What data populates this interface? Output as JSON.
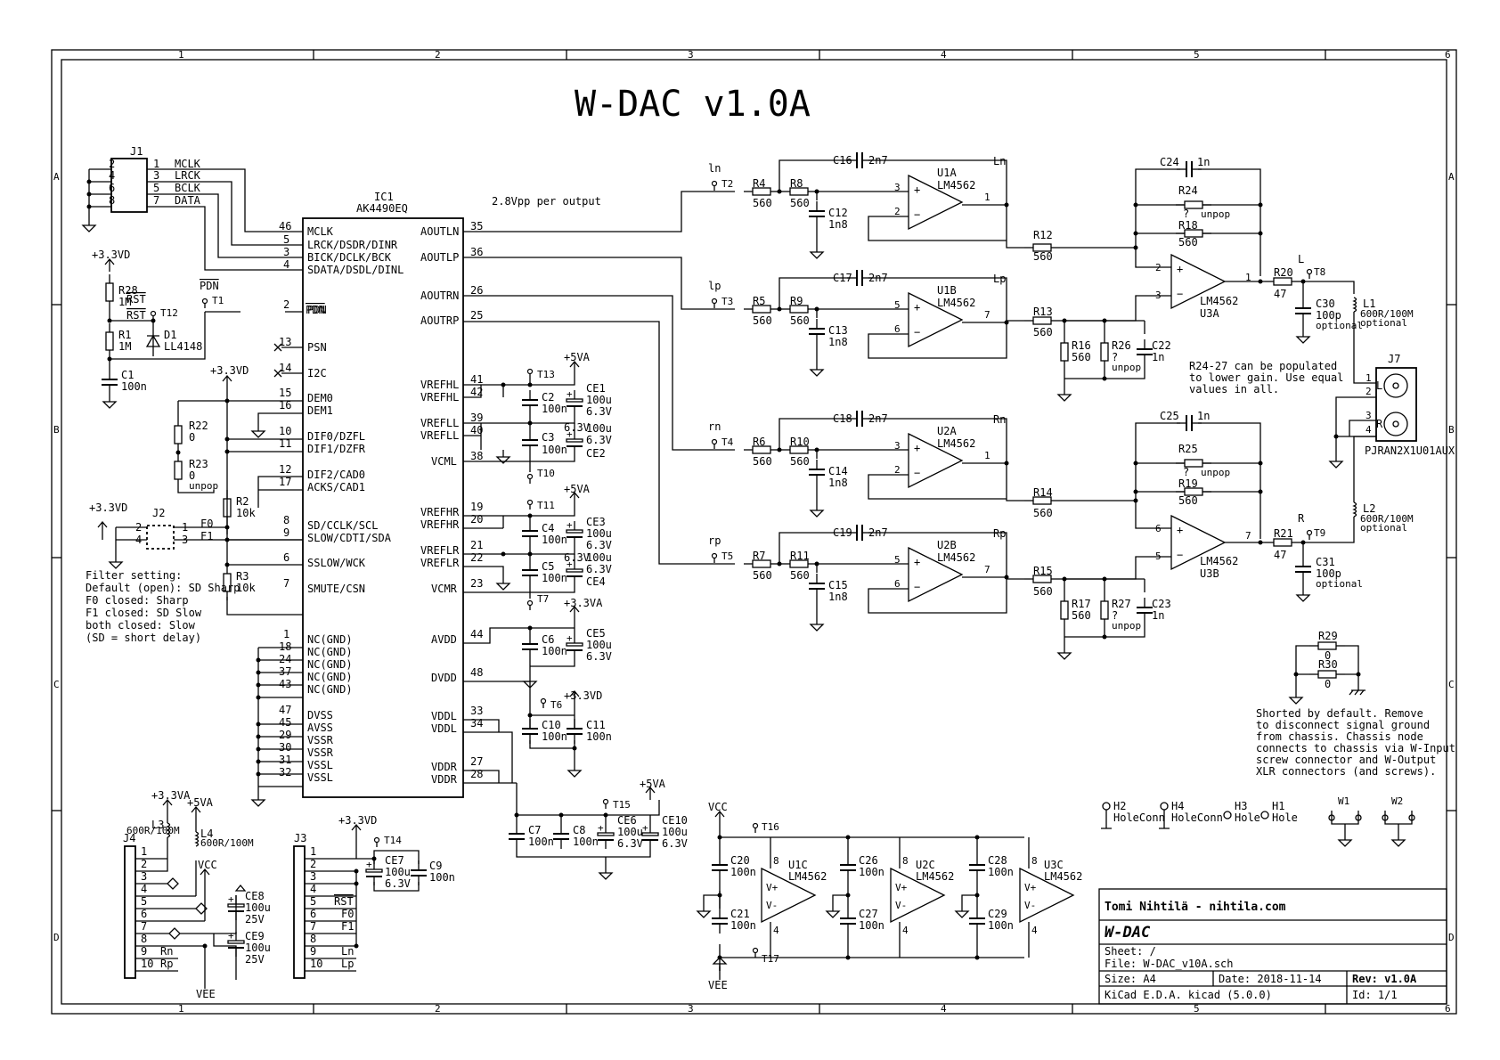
{
  "title": "W-DAC v1.0A",
  "frame": {
    "cols": [
      "1",
      "2",
      "3",
      "4",
      "5",
      "6"
    ],
    "rows": [
      "A",
      "B",
      "C",
      "D"
    ]
  },
  "connectors": {
    "j1": {
      "ref": "J1",
      "pins_left": [
        "2",
        "4",
        "6",
        "8"
      ],
      "pins_right": [
        "1",
        "3",
        "5",
        "7"
      ],
      "signals": [
        "MCLK",
        "LRCK",
        "BCLK",
        "DATA"
      ]
    },
    "j2": {
      "ref": "J2",
      "pins_left": [
        "2",
        "4"
      ],
      "pins_right": [
        "1",
        "3"
      ],
      "signals": [
        "F0",
        "F1"
      ]
    },
    "j3": {
      "ref": "J3",
      "pins": [
        "1",
        "2",
        "3",
        "4",
        "5",
        "6",
        "7",
        "8",
        "9",
        "10"
      ],
      "labels": [
        "",
        "",
        "",
        "",
        "RST",
        "F0",
        "F1",
        "",
        "Ln",
        "Lp"
      ],
      "supply": "+3.3VD",
      "tp": "T14"
    },
    "j4": {
      "ref": "J4",
      "pins": [
        "1",
        "2",
        "3",
        "4",
        "5",
        "6",
        "7",
        "8",
        "9",
        "10"
      ],
      "labels": [
        "",
        "",
        "",
        "",
        "",
        "",
        "",
        "",
        "Rn",
        "Rp"
      ]
    },
    "j7": {
      "ref": "J7",
      "part": "PJRAN2X1U01AUX",
      "pins": [
        "1",
        "2",
        "3",
        "4"
      ],
      "l": "L",
      "r": "R"
    }
  },
  "ic1": {
    "ref": "IC1",
    "part": "AK4490EQ",
    "note": "2.8Vpp per output",
    "left_pins": [
      {
        "n": "46",
        "name": "MCLK"
      },
      {
        "n": "5",
        "name": "LRCK/DSDR/DINR"
      },
      {
        "n": "3",
        "name": "BICK/DCLK/BCK"
      },
      {
        "n": "4",
        "name": "SDATA/DSDL/DINL"
      },
      {
        "n": "2",
        "name": "PDN"
      },
      {
        "n": "13",
        "name": "PSN"
      },
      {
        "n": "14",
        "name": "I2C"
      },
      {
        "n": "15",
        "name": "DEM0"
      },
      {
        "n": "16",
        "name": "DEM1"
      },
      {
        "n": "10",
        "name": "DIF0/DZFL"
      },
      {
        "n": "11",
        "name": "DIF1/DZFR"
      },
      {
        "n": "12",
        "name": "DIF2/CAD0"
      },
      {
        "n": "17",
        "name": "ACKS/CAD1"
      },
      {
        "n": "8",
        "name": "SD/CCLK/SCL"
      },
      {
        "n": "9",
        "name": "SLOW/CDTI/SDA"
      },
      {
        "n": "6",
        "name": "SSLOW/WCK"
      },
      {
        "n": "7",
        "name": "SMUTE/CSN"
      },
      {
        "n": "1",
        "name": "NC(GND)"
      },
      {
        "n": "18",
        "name": "NC(GND)"
      },
      {
        "n": "24",
        "name": "NC(GND)"
      },
      {
        "n": "37",
        "name": "NC(GND)"
      },
      {
        "n": "43",
        "name": "NC(GND)"
      },
      {
        "n": "47",
        "name": "DVSS"
      },
      {
        "n": "45",
        "name": "AVSS"
      },
      {
        "n": "29",
        "name": "VSSR"
      },
      {
        "n": "30",
        "name": "VSSR"
      },
      {
        "n": "31",
        "name": "VSSL"
      },
      {
        "n": "32",
        "name": "VSSL"
      }
    ],
    "right_pins": [
      {
        "n": "35",
        "name": "AOUTLN"
      },
      {
        "n": "36",
        "name": "AOUTLP"
      },
      {
        "n": "26",
        "name": "AOUTRN"
      },
      {
        "n": "25",
        "name": "AOUTRP"
      },
      {
        "n": "41",
        "name": "VREFHL"
      },
      {
        "n": "42",
        "name": "VREFHL"
      },
      {
        "n": "39",
        "name": "VREFLL"
      },
      {
        "n": "40",
        "name": "VREFLL"
      },
      {
        "n": "38",
        "name": "VCML"
      },
      {
        "n": "19",
        "name": "VREFHR"
      },
      {
        "n": "20",
        "name": "VREFHR"
      },
      {
        "n": "21",
        "name": "VREFLR"
      },
      {
        "n": "22",
        "name": "VREFLR"
      },
      {
        "n": "23",
        "name": "VCMR"
      },
      {
        "n": "44",
        "name": "AVDD"
      },
      {
        "n": "48",
        "name": "DVDD"
      },
      {
        "n": "33",
        "name": "VDDL"
      },
      {
        "n": "34",
        "name": "VDDL"
      },
      {
        "n": "27",
        "name": "VDDR"
      },
      {
        "n": "28",
        "name": "VDDR"
      }
    ]
  },
  "parts": {
    "r28": {
      "ref": "R28",
      "val": "1M"
    },
    "r1": {
      "ref": "R1",
      "val": "1M"
    },
    "d1": {
      "ref": "D1",
      "val": "LL4148"
    },
    "c1": {
      "ref": "C1",
      "val": "100n"
    },
    "r22": {
      "ref": "R22",
      "val": "0"
    },
    "r23": {
      "ref": "R23",
      "val": "0",
      "note": "unpop"
    },
    "r2": {
      "ref": "R2",
      "val": "10k"
    },
    "r3": {
      "ref": "R3",
      "val": "10k"
    },
    "c2": {
      "ref": "C2",
      "val": "100n"
    },
    "c3": {
      "ref": "C3",
      "val": "100n"
    },
    "ce1": {
      "ref": "CE1",
      "val": "100u",
      "v": "6.3V"
    },
    "ce2": {
      "ref": "CE2",
      "val": "100u",
      "v": "6.3V"
    },
    "c4": {
      "ref": "C4",
      "val": "100n"
    },
    "c5": {
      "ref": "C5",
      "val": "100n"
    },
    "ce3": {
      "ref": "CE3",
      "val": "100u",
      "v": "6.3V"
    },
    "ce4": {
      "ref": "CE4",
      "val": "100u",
      "v": "6.3V"
    },
    "c6": {
      "ref": "C6",
      "val": "100n"
    },
    "ce5": {
      "ref": "CE5",
      "val": "100u",
      "v": "6.3V"
    },
    "c10": {
      "ref": "C10",
      "val": "100n"
    },
    "c11": {
      "ref": "C11",
      "val": "100n"
    },
    "c7": {
      "ref": "C7",
      "val": "100n"
    },
    "c8": {
      "ref": "C8",
      "val": "100n"
    },
    "ce6": {
      "ref": "CE6",
      "val": "100u",
      "v": "6.3V"
    },
    "ce10": {
      "ref": "CE10",
      "val": "100u",
      "v": "6.3V"
    },
    "l3": {
      "ref": "L3",
      "val": "600R/100M"
    },
    "l4": {
      "ref": "L4",
      "val": "600R/100M"
    },
    "ce8": {
      "ref": "CE8",
      "val": "100u",
      "v": "25V"
    },
    "ce9": {
      "ref": "CE9",
      "val": "100u",
      "v": "25V"
    },
    "ce7": {
      "ref": "CE7",
      "val": "100u",
      "v": "6.3V"
    },
    "c9": {
      "ref": "C9",
      "val": "100n"
    },
    "r4": {
      "ref": "R4",
      "val": "560"
    },
    "r8": {
      "ref": "R8",
      "val": "560"
    },
    "c12": {
      "ref": "C12",
      "val": "1n8"
    },
    "c16": {
      "ref": "C16",
      "val": "2n7"
    },
    "r5": {
      "ref": "R5",
      "val": "560"
    },
    "r9": {
      "ref": "R9",
      "val": "560"
    },
    "c13": {
      "ref": "C13",
      "val": "1n8"
    },
    "c17": {
      "ref": "C17",
      "val": "2n7"
    },
    "r6": {
      "ref": "R6",
      "val": "560"
    },
    "r10": {
      "ref": "R10",
      "val": "560"
    },
    "c14": {
      "ref": "C14",
      "val": "1n8"
    },
    "c18": {
      "ref": "C18",
      "val": "2n7"
    },
    "r7": {
      "ref": "R7",
      "val": "560"
    },
    "r11": {
      "ref": "R11",
      "val": "560"
    },
    "c15": {
      "ref": "C15",
      "val": "1n8"
    },
    "c19": {
      "ref": "C19",
      "val": "2n7"
    },
    "r12": {
      "ref": "R12",
      "val": "560"
    },
    "r13": {
      "ref": "R13",
      "val": "560"
    },
    "r14": {
      "ref": "R14",
      "val": "560"
    },
    "r15": {
      "ref": "R15",
      "val": "560"
    },
    "r16": {
      "ref": "R16",
      "val": "560"
    },
    "r17": {
      "ref": "R17",
      "val": "560"
    },
    "r26": {
      "ref": "R26",
      "val": "?",
      "note": "unpop"
    },
    "r27": {
      "ref": "R27",
      "val": "?",
      "note": "unpop"
    },
    "c22": {
      "ref": "C22",
      "val": "1n"
    },
    "c23": {
      "ref": "C23",
      "val": "1n"
    },
    "c24": {
      "ref": "C24",
      "val": "1n"
    },
    "c25": {
      "ref": "C25",
      "val": "1n"
    },
    "r24": {
      "ref": "R24",
      "val": "?",
      "note": "unpop"
    },
    "r25": {
      "ref": "R25",
      "val": "?",
      "note": "unpop"
    },
    "r18": {
      "ref": "R18",
      "val": "560"
    },
    "r19": {
      "ref": "R19",
      "val": "560"
    },
    "r20": {
      "ref": "R20",
      "val": "47"
    },
    "r21": {
      "ref": "R21",
      "val": "47"
    },
    "c30": {
      "ref": "C30",
      "val": "100p",
      "note": "optional"
    },
    "c31": {
      "ref": "C31",
      "val": "100p",
      "note": "optional"
    },
    "l1": {
      "ref": "L1",
      "val": "600R/100M",
      "note": "optional"
    },
    "l2": {
      "ref": "L2",
      "val": "600R/100M",
      "note": "optional"
    },
    "r29": {
      "ref": "R29",
      "val": "0"
    },
    "r30": {
      "ref": "R30",
      "val": "0"
    },
    "c20": {
      "ref": "C20",
      "val": "100n"
    },
    "c21": {
      "ref": "C21",
      "val": "100n"
    },
    "c26": {
      "ref": "C26",
      "val": "100n"
    },
    "c27": {
      "ref": "C27",
      "val": "100n"
    },
    "c28": {
      "ref": "C28",
      "val": "100n"
    },
    "c29": {
      "ref": "C29",
      "val": "100n"
    }
  },
  "opamps": {
    "u1a": {
      "ref": "U1A",
      "part": "LM4562"
    },
    "u1b": {
      "ref": "U1B",
      "part": "LM4562"
    },
    "u2a": {
      "ref": "U2A",
      "part": "LM4562"
    },
    "u2b": {
      "ref": "U2B",
      "part": "LM4562"
    },
    "u3a": {
      "ref": "U3A",
      "part": "LM4562"
    },
    "u3b": {
      "ref": "U3B",
      "part": "LM4562"
    },
    "u1c": {
      "ref": "U1C",
      "part": "LM4562"
    },
    "u2c": {
      "ref": "U2C",
      "part": "LM4562"
    },
    "u3c": {
      "ref": "U3C",
      "part": "LM4562"
    }
  },
  "nets": {
    "p33vd": "+3.3VD",
    "p5va": "+5VA",
    "p33va": "+3.3VA",
    "vcc": "VCC",
    "vee": "VEE",
    "rst": "RST",
    "pdn": "PDN",
    "ln": "ln",
    "lp": "lp",
    "rn": "rn",
    "rp": "rp",
    "Ln": "Ln",
    "Lp": "Lp",
    "Rn": "Rn",
    "Rp": "Rp",
    "L": "L",
    "R": "R"
  },
  "testpoints": [
    "T1",
    "T2",
    "T3",
    "T4",
    "T5",
    "T6",
    "T7",
    "T8",
    "T9",
    "T10",
    "T11",
    "T12",
    "T13",
    "T14",
    "T15",
    "T16",
    "T17"
  ],
  "notes": {
    "filter": [
      "Filter setting:",
      "Default (open): SD Sharp",
      "F0 closed: Sharp",
      "F1 closed: SD Slow",
      "both closed: Slow",
      "(SD = short delay)"
    ],
    "gain": [
      "R24-27 can be populated",
      "to lower gain. Use equal",
      "values in all."
    ],
    "ground": [
      "Shorted by default. Remove",
      "to disconnect signal ground",
      "from chassis. Chassis node",
      "connects to chassis via W-Input",
      "screw connector and W-Output",
      "XLR connectors (and screws)."
    ]
  },
  "mech": {
    "h2": {
      "ref": "H2",
      "val": "HoleConn"
    },
    "h4": {
      "ref": "H4",
      "val": "HoleConn"
    },
    "h3": {
      "ref": "H3",
      "val": "Hole"
    },
    "h1": {
      "ref": "H1",
      "val": "Hole"
    },
    "w1": "W1",
    "w2": "W2"
  },
  "titleblock": {
    "author": "Tomi Nihtilä - nihtila.com",
    "name": "W-DAC",
    "sheet": "Sheet: /",
    "file": "File: W-DAC_v10A.sch",
    "size": "Size: A4",
    "date": "Date: 2018-11-14",
    "rev": "Rev: v1.0A",
    "tool": "KiCad E.D.A.  kicad (5.0.0)",
    "id": "Id: 1/1"
  }
}
